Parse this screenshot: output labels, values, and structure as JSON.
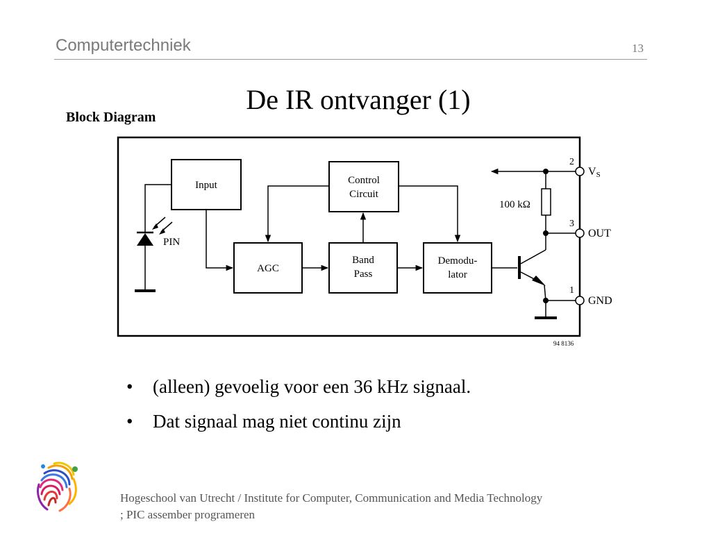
{
  "header": {
    "title": "Computertechniek",
    "page_number": "13"
  },
  "slide": {
    "title": "De IR ontvanger (1)"
  },
  "diagram": {
    "heading": "Block Diagram",
    "blocks": {
      "input": [
        "Input"
      ],
      "control": [
        "Control",
        "Circuit"
      ],
      "agc": [
        "AGC"
      ],
      "bandpass": [
        "Band",
        "Pass"
      ],
      "demod": [
        "Demodu-",
        "lator"
      ]
    },
    "pin_label": "PIN",
    "resistor_label": "100 kΩ",
    "pins": {
      "vs_number": "2",
      "vs_label": "V",
      "vs_sub": "S",
      "out_number": "3",
      "out_label": "OUT",
      "gnd_number": "1",
      "gnd_label": "GND"
    },
    "part_code": "94 8136"
  },
  "bullets": [
    "(alleen) gevoelig voor een 36 kHz signaal.",
    "Dat signaal mag niet continu zijn"
  ],
  "bullet_symbol": "•",
  "footer": {
    "line1": "Hogeschool van Utrecht / Institute for Computer, Communication and Media Technology",
    "line2": "; PIC assember programeren"
  },
  "colors": {
    "header_text": "#7a7a7a",
    "rule": "#9a9a9a",
    "footer_text": "#555555"
  },
  "logo": {
    "icon": "fingerprint-logo-icon"
  }
}
